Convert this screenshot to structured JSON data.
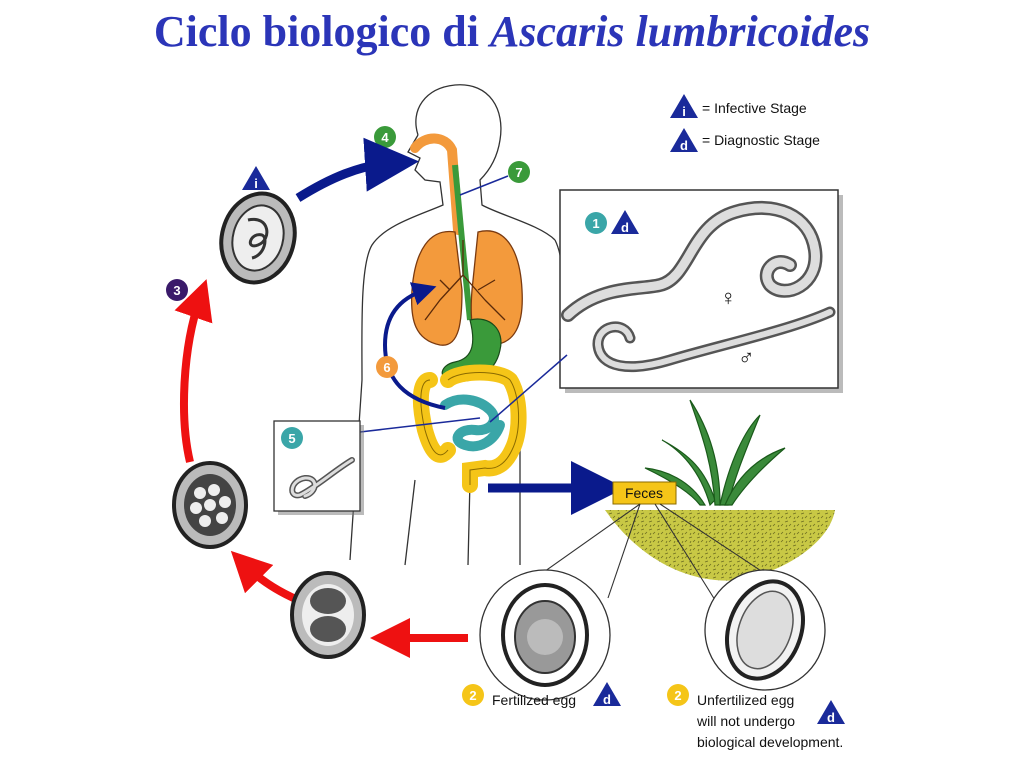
{
  "title": {
    "prefix": "Ciclo biologico di",
    "species": "Ascaris lumbricoides"
  },
  "legend": {
    "infective": {
      "symbol": "i",
      "label": "= Infective Stage"
    },
    "diagnostic": {
      "symbol": "d",
      "label": "= Diagnostic Stage"
    }
  },
  "steps": {
    "s1": "1",
    "s2a": "2",
    "s2b": "2",
    "s3": "3",
    "s4": "4",
    "s5": "5",
    "s6": "6",
    "s7": "7"
  },
  "symbols": {
    "female": "♀",
    "male": "♂",
    "infective": "i",
    "diagnostic": "d"
  },
  "labels": {
    "feces": "Feces",
    "fertilized": "Fertilized egg",
    "unfertilized_1": "Unfertilized egg",
    "unfertilized_2": "will not undergo",
    "unfertilized_3": "biological development."
  },
  "colors": {
    "title": "#2b35b8",
    "blue_arrow": "#0a1a8c",
    "red_arrow": "#ee1111",
    "lungs": "#f39a3c",
    "intestine": "#f5c518",
    "small_intestine": "#3aa6a8",
    "esophagus": "#3a9a3a",
    "step_green": "#3a9a3a",
    "step_teal": "#3aa6a8",
    "step_purple": "#3a1a6a",
    "step_orange": "#f39a3c",
    "step_yellow": "#f5c518",
    "soil": "#c8c845",
    "feces_box": "#f5c518",
    "triangle": "#1a2a9a"
  }
}
